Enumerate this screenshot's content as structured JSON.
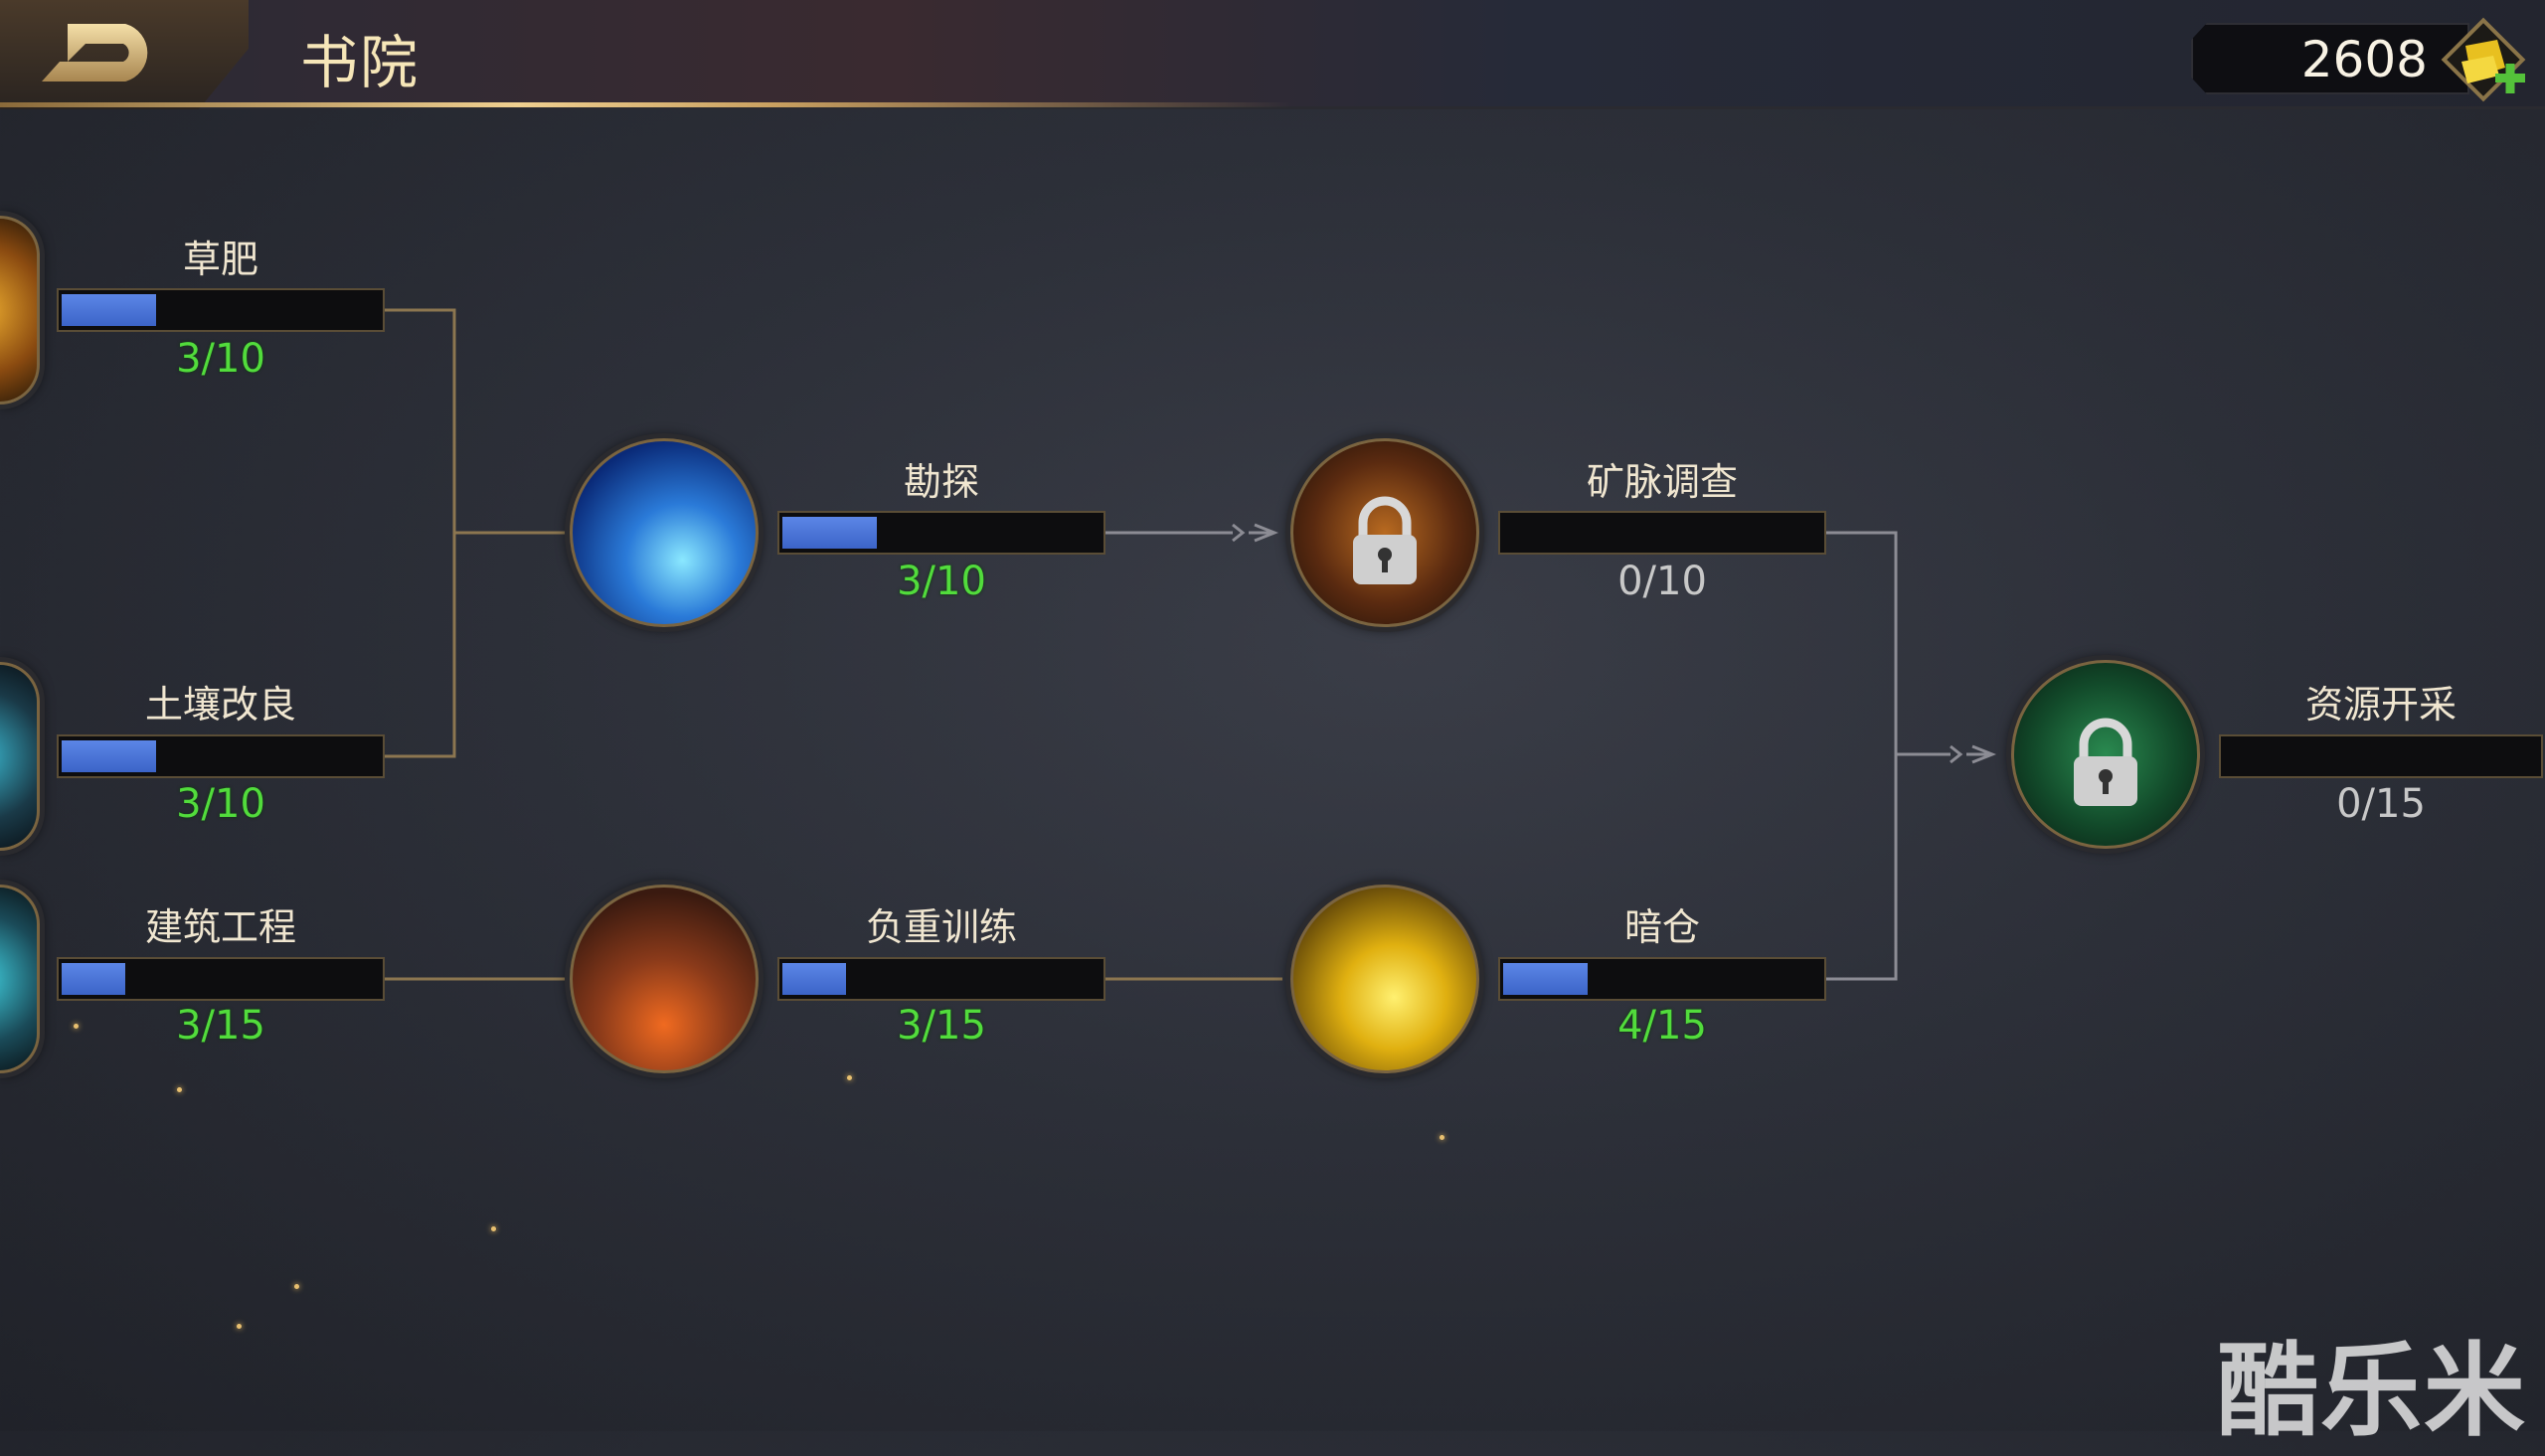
{
  "header": {
    "title": "书院",
    "currency_amount": "2608"
  },
  "nodes": [
    {
      "id": "caofei",
      "label": "草肥",
      "current": 3,
      "max": 10,
      "progress": "3/10",
      "locked": false
    },
    {
      "id": "turang",
      "label": "土壤改良",
      "current": 3,
      "max": 10,
      "progress": "3/10",
      "locked": false
    },
    {
      "id": "jianzhu",
      "label": "建筑工程",
      "current": 3,
      "max": 15,
      "progress": "3/15",
      "locked": false
    },
    {
      "id": "kantan",
      "label": "勘探",
      "current": 3,
      "max": 10,
      "progress": "3/10",
      "locked": false
    },
    {
      "id": "fuzhong",
      "label": "负重训练",
      "current": 3,
      "max": 15,
      "progress": "3/15",
      "locked": false
    },
    {
      "id": "kuangmai",
      "label": "矿脉调查",
      "current": 0,
      "max": 10,
      "progress": "0/10",
      "locked": true
    },
    {
      "id": "ancang",
      "label": "暗仓",
      "current": 4,
      "max": 15,
      "progress": "4/15",
      "locked": false
    },
    {
      "id": "ziyuan",
      "label": "资源开采",
      "current": 0,
      "max": 15,
      "progress": "0/15",
      "locked": true
    }
  ],
  "watermark": "酷乐米",
  "colors": {
    "progress_fill": "#4a74d8",
    "progress_text": "#52dc3c",
    "locked_text": "#c8c8c8",
    "gold": "#d8b070"
  }
}
